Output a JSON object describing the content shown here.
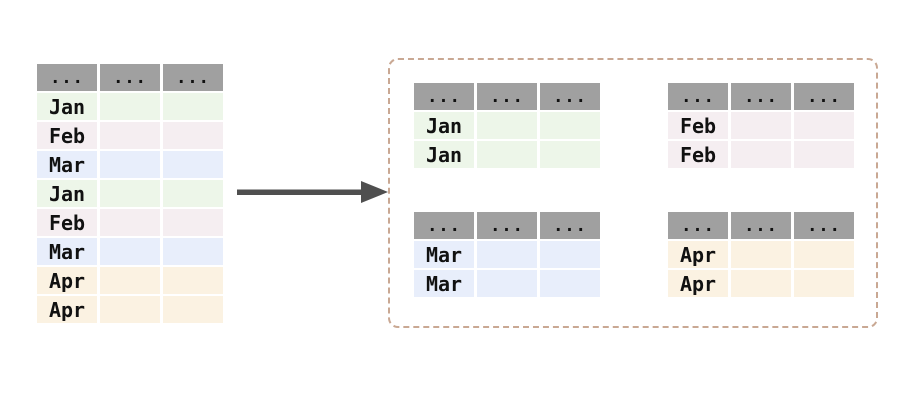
{
  "palette": {
    "background": "#ffffff",
    "table_header_bg": "#a0a0a0",
    "text": "#111111",
    "arrow": "#4f4f4f",
    "group_box_border": "#c9a893",
    "jan_row_bg": "#edf6e9",
    "feb_row_bg": "#f5eef1",
    "mar_row_bg": "#e8eefb",
    "apr_row_bg": "#fbf2e2"
  },
  "source_table": {
    "columns": 3,
    "header": [
      "...",
      "...",
      "..."
    ],
    "rows": [
      {
        "label": "Jan",
        "color_key": "jan_row_bg"
      },
      {
        "label": "Feb",
        "color_key": "feb_row_bg"
      },
      {
        "label": "Mar",
        "color_key": "mar_row_bg"
      },
      {
        "label": "Jan",
        "color_key": "jan_row_bg"
      },
      {
        "label": "Feb",
        "color_key": "feb_row_bg"
      },
      {
        "label": "Mar",
        "color_key": "mar_row_bg"
      },
      {
        "label": "Apr",
        "color_key": "apr_row_bg"
      },
      {
        "label": "Apr",
        "color_key": "apr_row_bg"
      }
    ]
  },
  "group_tables": [
    {
      "id": "jan",
      "columns": 3,
      "header": [
        "...",
        "...",
        "..."
      ],
      "rows": [
        {
          "label": "Jan",
          "color_key": "jan_row_bg"
        },
        {
          "label": "Jan",
          "color_key": "jan_row_bg"
        }
      ]
    },
    {
      "id": "feb",
      "columns": 3,
      "header": [
        "...",
        "...",
        "..."
      ],
      "rows": [
        {
          "label": "Feb",
          "color_key": "feb_row_bg"
        },
        {
          "label": "Feb",
          "color_key": "feb_row_bg"
        }
      ]
    },
    {
      "id": "mar",
      "columns": 3,
      "header": [
        "...",
        "...",
        "..."
      ],
      "rows": [
        {
          "label": "Mar",
          "color_key": "mar_row_bg"
        },
        {
          "label": "Mar",
          "color_key": "mar_row_bg"
        }
      ]
    },
    {
      "id": "apr",
      "columns": 3,
      "header": [
        "...",
        "...",
        "..."
      ],
      "rows": [
        {
          "label": "Apr",
          "color_key": "apr_row_bg"
        },
        {
          "label": "Apr",
          "color_key": "apr_row_bg"
        }
      ]
    }
  ]
}
